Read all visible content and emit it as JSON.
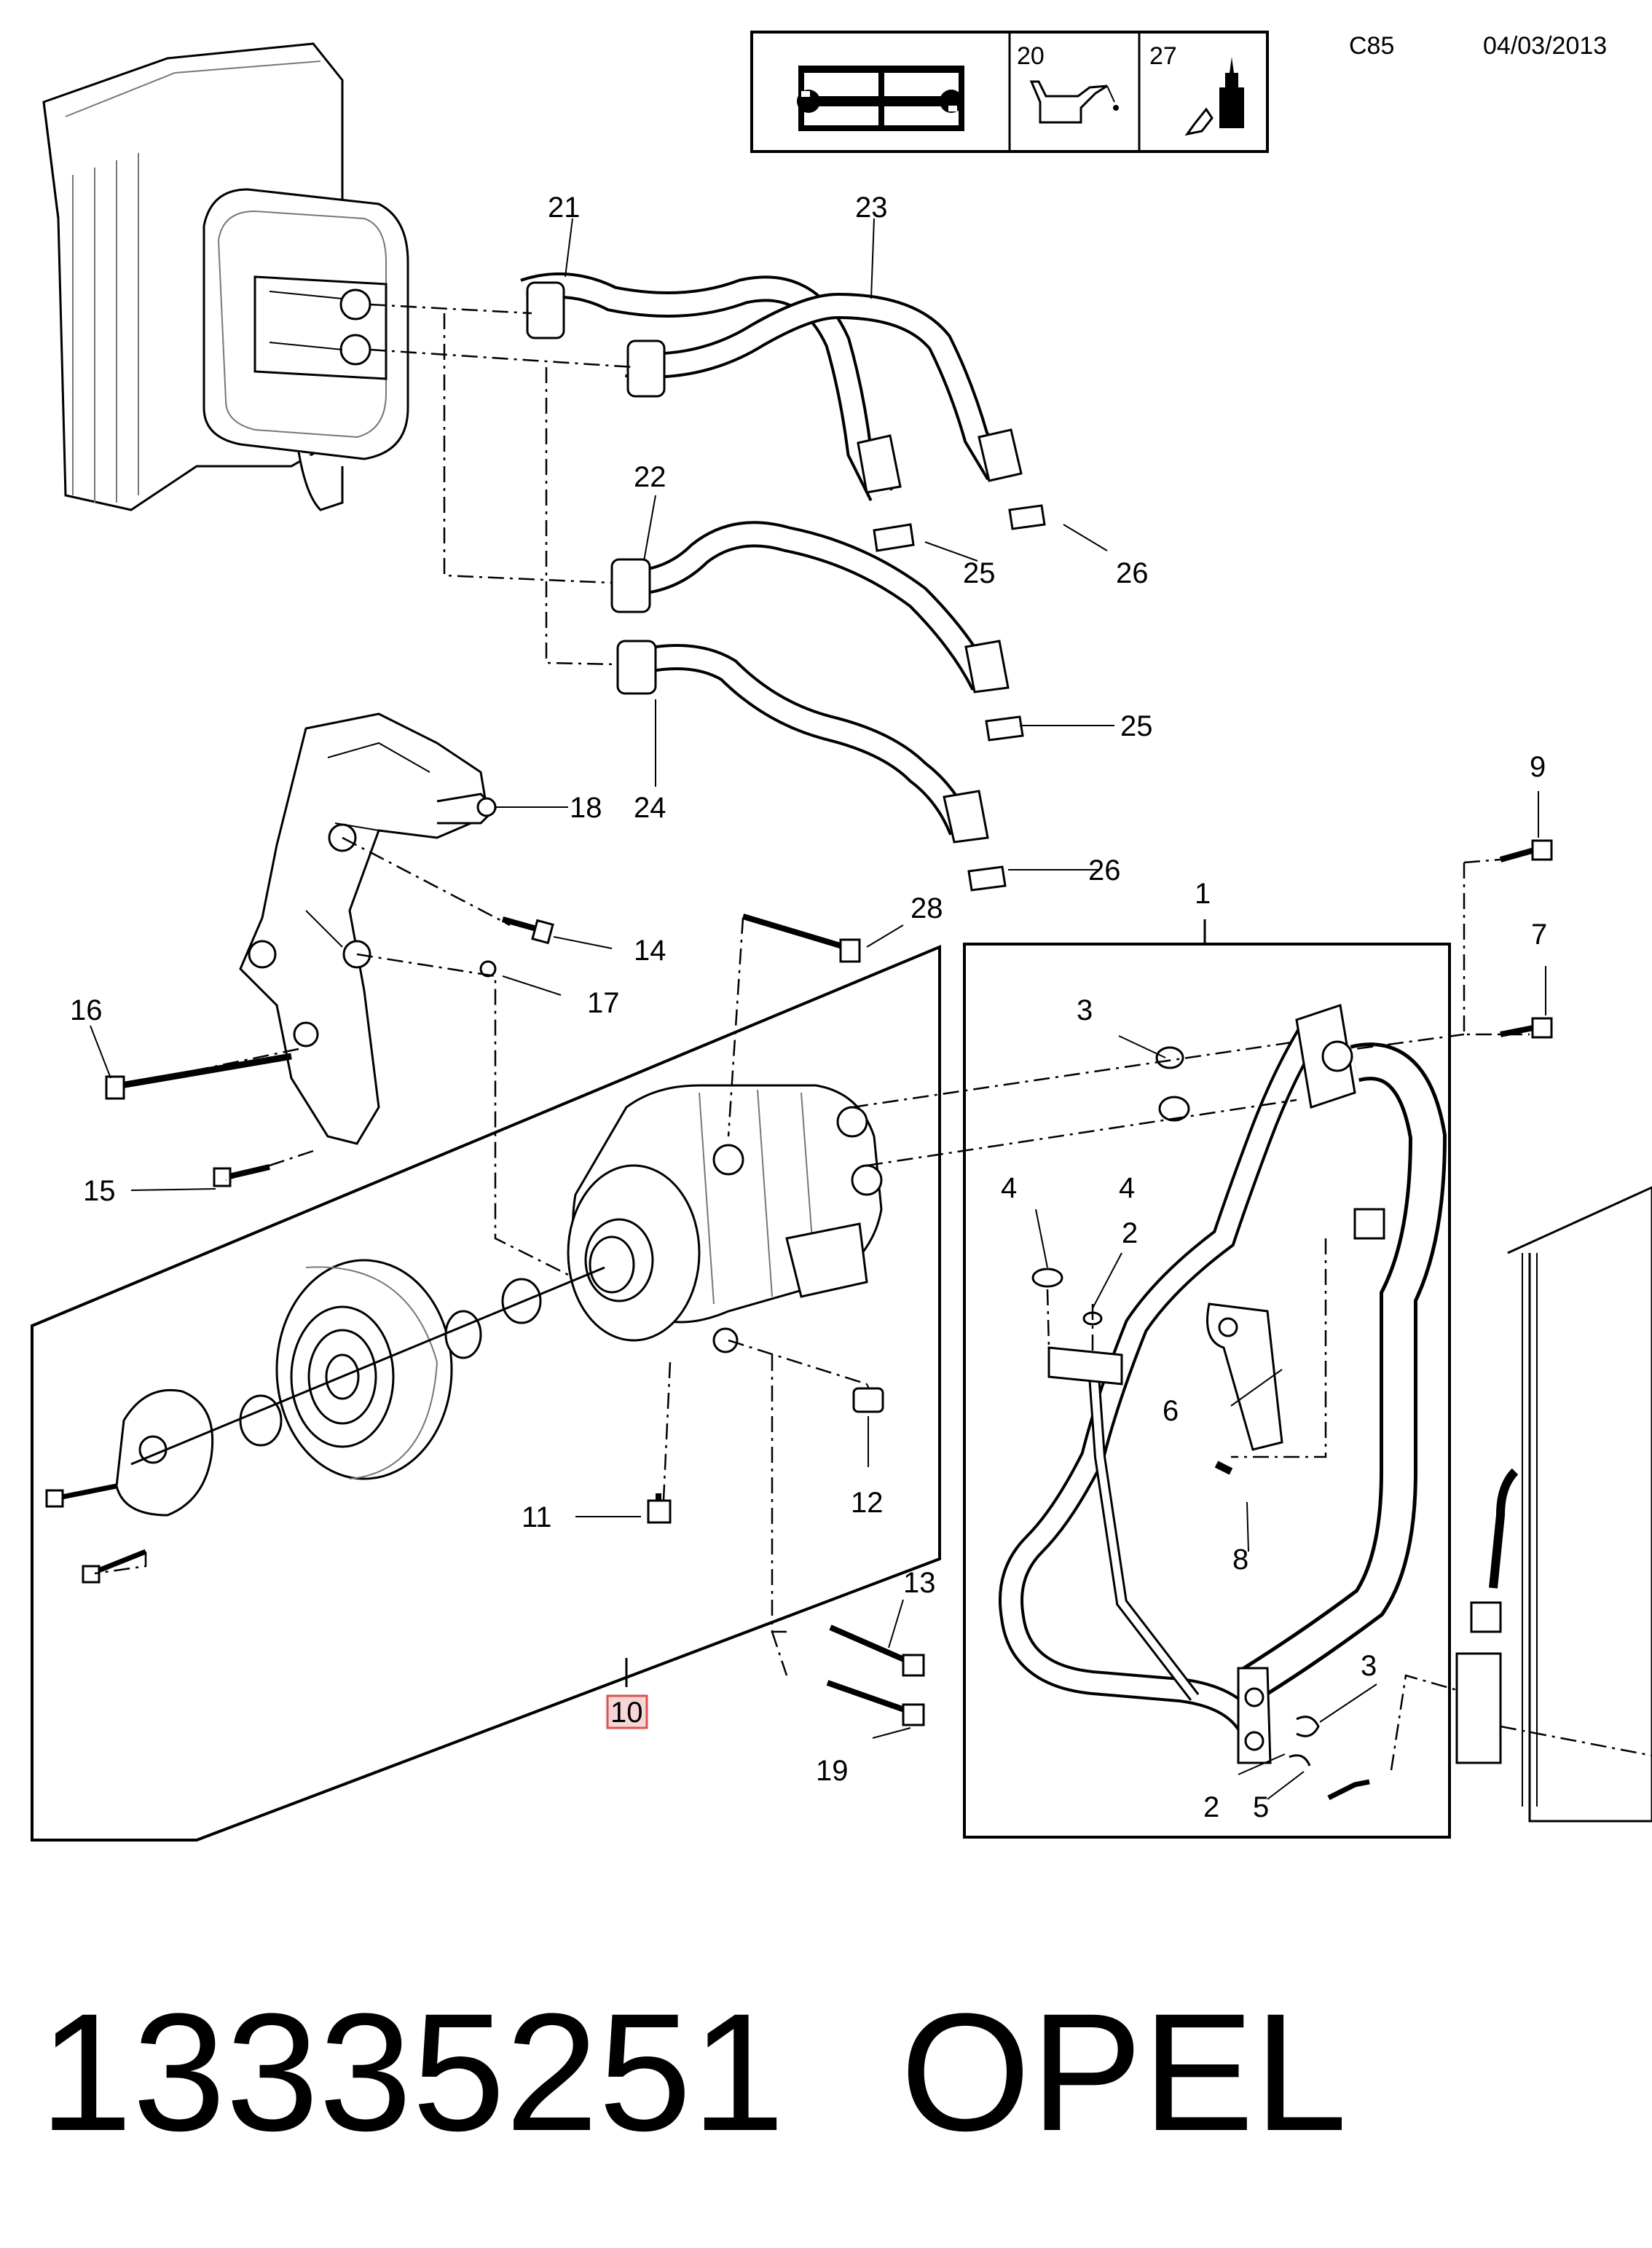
{
  "header": {
    "code": "C85",
    "date": "04/03/2013",
    "icons": [
      "manual-wrench-icon",
      "oil-can-icon",
      "lubricant-bottle-icon"
    ],
    "icon_labels": [
      "20",
      "27"
    ]
  },
  "callouts": {
    "c1": "1",
    "c2a": "2",
    "c2b": "2",
    "c3a": "3",
    "c3b": "3",
    "c4a": "4",
    "c4b": "4",
    "c5": "5",
    "c6": "6",
    "c7": "7",
    "c8": "8",
    "c9": "9",
    "c10": "10",
    "c11": "11",
    "c12": "12",
    "c13": "13",
    "c14": "14",
    "c15": "15",
    "c16": "16",
    "c17": "17",
    "c18": "18",
    "c19": "19",
    "c21": "21",
    "c22": "22",
    "c23": "23",
    "c24": "24",
    "c25a": "25",
    "c25b": "25",
    "c26a": "26",
    "c26b": "26",
    "c28": "28"
  },
  "footer": {
    "part_number": "13335251",
    "brand": "OPEL"
  },
  "colors": {
    "highlight_box": "#d9534f",
    "highlight_fill": "#f6d6d6"
  }
}
